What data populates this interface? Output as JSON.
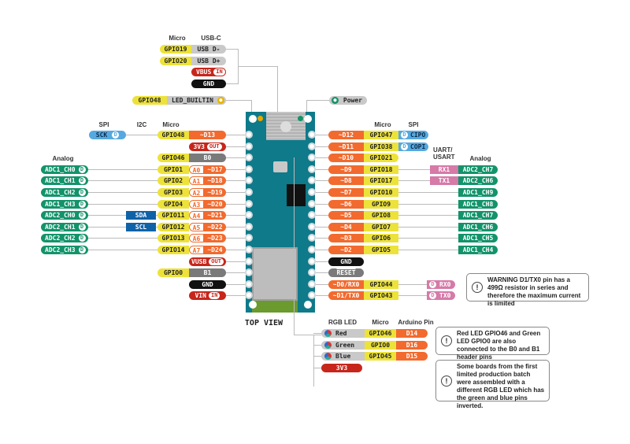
{
  "title": "TOP VIEW",
  "headers": {
    "usb_micro": "Micro",
    "usb_c": "USB-C",
    "left_spi": "SPI",
    "left_i2c": "I2C",
    "left_micro": "Micro",
    "left_analog": "Analog",
    "right_micro": "Micro",
    "right_spi": "SPI",
    "right_uart": "UART/\nUSART",
    "right_analog": "Analog",
    "led_rgb": "RGB LED",
    "led_micro": "Micro",
    "led_arduino": "Arduino Pin"
  },
  "usb": [
    {
      "micro": "GPIO19",
      "usb": "USB D-"
    },
    {
      "micro": "GPIO20",
      "usb": "USB D+"
    },
    {
      "power": "VBUS",
      "badge": "IN"
    },
    {
      "power": "GND"
    }
  ],
  "led_builtin": {
    "micro": "GPIO48",
    "label": "LED_BUILTIN"
  },
  "power_led": {
    "label": "Power"
  },
  "left_pins": [
    {
      "spi": "SCK",
      "micro": "GPIO48",
      "pin": "~D13"
    },
    {
      "power": "3V3",
      "badge": "OUT"
    },
    {
      "micro": "GPIO46",
      "pin": "B0"
    },
    {
      "analog": "ADC1_CH0",
      "micro": "GPIO1",
      "a": "A0",
      "pin": "~D17"
    },
    {
      "analog": "ADC1_CH1",
      "micro": "GPIO2",
      "a": "A1",
      "pin": "~D18"
    },
    {
      "analog": "ADC1_CH2",
      "micro": "GPIO3",
      "a": "A2",
      "pin": "~D19"
    },
    {
      "analog": "ADC1_CH3",
      "micro": "GPIO4",
      "a": "A3",
      "pin": "~D20"
    },
    {
      "analog": "ADC2_CH0",
      "i2c": "SDA",
      "micro": "GPIO11",
      "a": "A4",
      "pin": "~D21"
    },
    {
      "analog": "ADC2_CH1",
      "i2c": "SCL",
      "micro": "GPIO12",
      "a": "A5",
      "pin": "~D22"
    },
    {
      "analog": "ADC2_CH2",
      "micro": "GPIO13",
      "a": "A6",
      "pin": "~D23"
    },
    {
      "analog": "ADC2_CH3",
      "micro": "GPIO14",
      "a": "A7",
      "pin": "~D24"
    },
    {
      "power": "VUSB",
      "badge": "OUT"
    },
    {
      "micro": "GPIO0",
      "pin": "B1"
    },
    {
      "power": "GND"
    },
    {
      "power": "VIN",
      "badge": "IN"
    }
  ],
  "right_pins": [
    {
      "pin": "~D12",
      "micro": "GPIO47",
      "spi": "CIPO"
    },
    {
      "pin": "~D11",
      "micro": "GPIO38",
      "spi": "COPI"
    },
    {
      "pin": "~D10",
      "micro": "GPIO21"
    },
    {
      "pin": "~D9",
      "micro": "GPIO18",
      "uart": "RX1",
      "analog": "ADC2_CH7"
    },
    {
      "pin": "~D8",
      "micro": "GPIO17",
      "uart": "TX1",
      "analog": "ADC2_CH6"
    },
    {
      "pin": "~D7",
      "micro": "GPIO10",
      "analog": "ADC1_CH9"
    },
    {
      "pin": "~D6",
      "micro": "GPIO9",
      "analog": "ADC1_CH8"
    },
    {
      "pin": "~D5",
      "micro": "GPIO8",
      "analog": "ADC1_CH7"
    },
    {
      "pin": "~D4",
      "micro": "GPIO7",
      "analog": "ADC1_CH6"
    },
    {
      "pin": "~D3",
      "micro": "GPIO6",
      "analog": "ADC1_CH5"
    },
    {
      "pin": "~D2",
      "micro": "GPIO5",
      "analog": "ADC1_CH4"
    },
    {
      "power": "GND"
    },
    {
      "power": "RESET"
    },
    {
      "pin": "~D0/RX0",
      "micro": "GPIO44",
      "uart": "RX0"
    },
    {
      "pin": "~D1/TX0",
      "micro": "GPIO43",
      "uart": "TX0"
    }
  ],
  "rgb_led": [
    {
      "color": "Red",
      "micro": "GPIO46",
      "pin": "D14"
    },
    {
      "color": "Green",
      "micro": "GPIO0",
      "pin": "D16"
    },
    {
      "color": "Blue",
      "micro": "GPIO45",
      "pin": "D15"
    },
    {
      "power": "3V3"
    }
  ],
  "notes": [
    "WARNING D1/TX0 pin has a 499Ω resistor in series and therefore the maximum current is limited",
    "Red LED GPIO46 and Green LED GPIO0 are also connected to the B0 and B1 header pins",
    "Some boards from the first limited production batch were assembled with a different RGB LED which has the green and blue pins inverted."
  ],
  "colors": {
    "gpio": "#ede23a",
    "digital": "#f26a2e",
    "power": "#c7261b",
    "gnd": "#111111",
    "analog": "#13936a",
    "spi": "#56a9e0",
    "i2c": "#0f62a8",
    "uart": "#d67aa8",
    "board": "#0e7a8a"
  }
}
